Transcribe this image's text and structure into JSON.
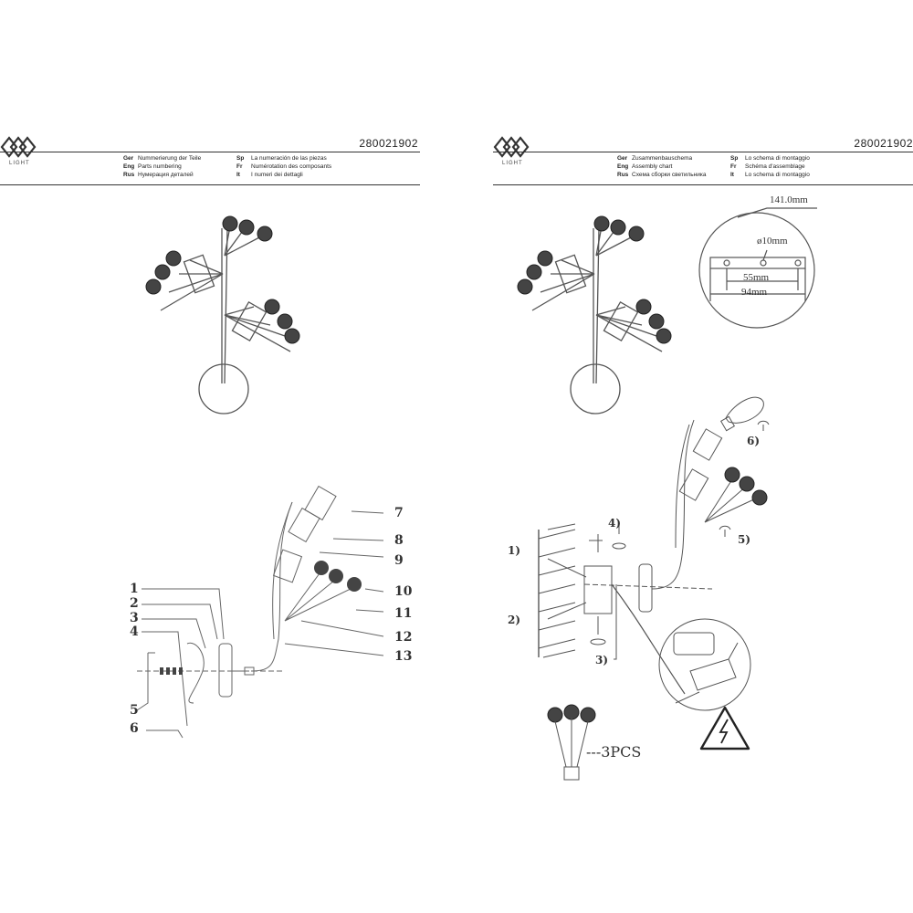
{
  "doc_code": "280021902",
  "brand": {
    "logo_text": "LIGHT"
  },
  "left_page": {
    "languages": [
      [
        {
          "code": "Ger",
          "text": "Nummerierung der Teile"
        },
        {
          "code": "Sp",
          "text": "La numeración de las piezas"
        }
      ],
      [
        {
          "code": "Eng",
          "text": "Parts numbering"
        },
        {
          "code": "Fr",
          "text": "Numérotation des composants"
        }
      ],
      [
        {
          "code": "Rus",
          "text": "Нумерация деталей"
        },
        {
          "code": "It",
          "text": "I numeri dei dettagli"
        }
      ]
    ],
    "part_labels": [
      "1",
      "2",
      "3",
      "4",
      "5",
      "6",
      "7",
      "8",
      "9",
      "10",
      "11",
      "12",
      "13"
    ]
  },
  "right_page": {
    "languages": [
      [
        {
          "code": "Ger",
          "text": "Zusammenbauschema"
        },
        {
          "code": "Sp",
          "text": "Lo schema di montaggio"
        }
      ],
      [
        {
          "code": "Eng",
          "text": "Assembly chart"
        },
        {
          "code": "Fr",
          "text": "Schéma d'assemblage"
        }
      ],
      [
        {
          "code": "Rus",
          "text": "Схема сборки светильника"
        },
        {
          "code": "It",
          "text": "Lo schema di montaggio"
        }
      ]
    ],
    "dimensions": {
      "height": "141.0mm",
      "hole": "ø10mm",
      "inner": "55mm",
      "outer": "94mm"
    },
    "step_labels": [
      "1)",
      "2)",
      "3)",
      "4)",
      "5)",
      "6)"
    ],
    "quantity_note": "---3PCS"
  }
}
